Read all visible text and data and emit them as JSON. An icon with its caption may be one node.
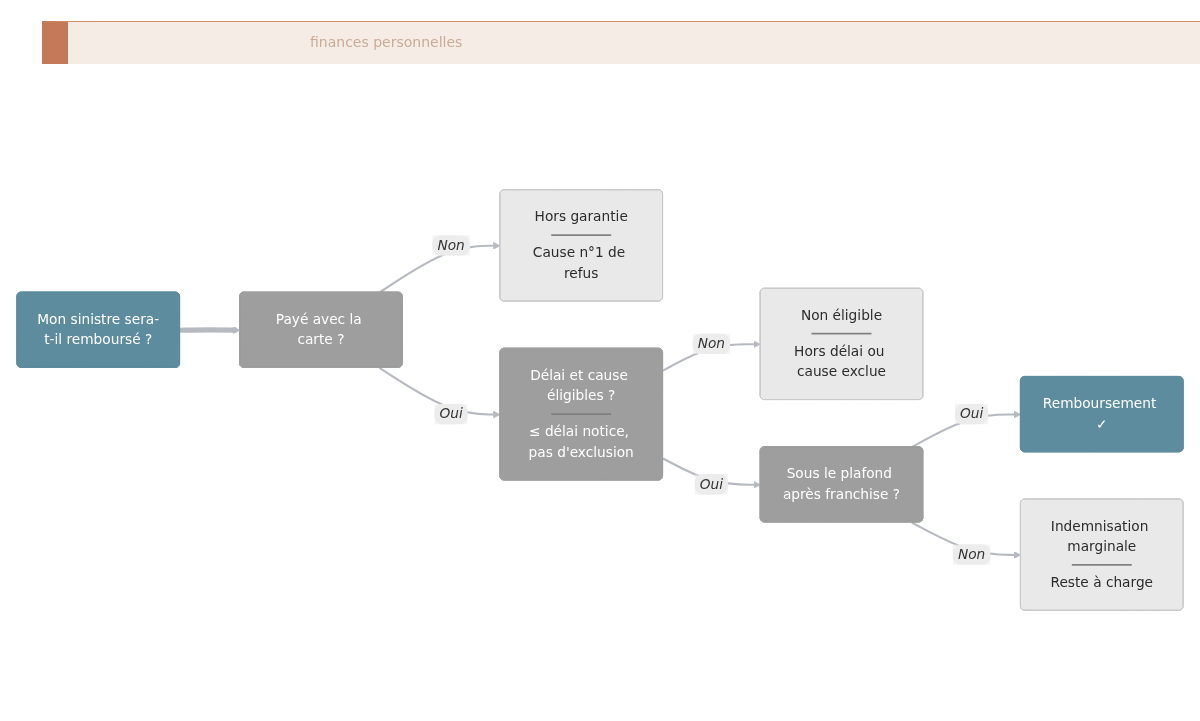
{
  "diagram": {
    "nodes": [
      {
        "text": [
          "Mon sinistre sera-t-il remboursé ?"
        ]
      },
      {
        "text": [
          "Payé avec la carte ?"
        ]
      },
      {
        "text": [
          "Hors garantie",
          "Cause n°1 de refus"
        ]
      },
      {
        "text": [
          "Délai et cause éligibles ?",
          "≤ délai notice, pas d'exclusion"
        ]
      },
      {
        "text": [
          "Non éligible",
          "Hors délai ou cause exclue"
        ]
      },
      {
        "text": [
          "Sous le plafond après franchise ?"
        ]
      },
      {
        "text": [
          "Remboursement ✓"
        ]
      },
      {
        "text": [
          "Indemnisation marginale",
          "Reste à charge"
        ]
      }
    ],
    "edges": [
      {
        "from": 0,
        "to": 1,
        "arrow": "to",
        "style": "thick"
      },
      {
        "from": 1,
        "to": 2,
        "arrow": "to",
        "label": "Non"
      },
      {
        "from": 1,
        "to": 3,
        "arrow": "to",
        "label": "Oui"
      },
      {
        "from": 3,
        "to": 4,
        "arrow": "to",
        "label": "Non"
      },
      {
        "from": 3,
        "to": 5,
        "arrow": "to",
        "label": "Oui"
      },
      {
        "from": 5,
        "to": 6,
        "arrow": "to",
        "label": "Oui"
      },
      {
        "from": 5,
        "to": 7,
        "arrow": "to",
        "label": "Non"
      }
    ],
    "labels": [
      "finances personnelles"
    ]
  }
}
